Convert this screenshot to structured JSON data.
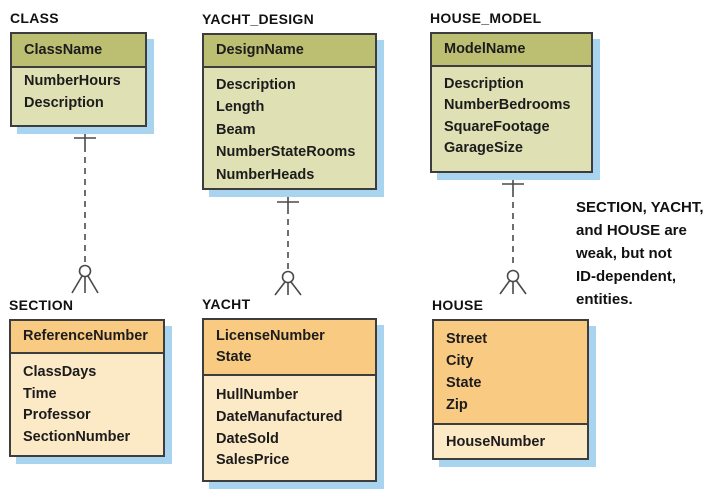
{
  "diagram": {
    "entities": [
      {
        "title": "CLASS",
        "header": [
          "ClassName"
        ],
        "body": [
          "NumberHours",
          "Description"
        ]
      },
      {
        "title": "YACHT_DESIGN",
        "header": [
          "DesignName"
        ],
        "body": [
          "Description",
          "Length",
          "Beam",
          "NumberStateRooms",
          "NumberHeads"
        ]
      },
      {
        "title": "HOUSE_MODEL",
        "header": [
          "ModelName"
        ],
        "body": [
          "Description",
          "NumberBedrooms",
          "SquareFootage",
          "GarageSize"
        ]
      },
      {
        "title": "SECTION",
        "header": [
          "ReferenceNumber"
        ],
        "body": [
          "ClassDays",
          "Time",
          "Professor",
          "SectionNumber"
        ]
      },
      {
        "title": "YACHT",
        "header": [
          "LicenseNumber",
          "State"
        ],
        "body": [
          "HullNumber",
          "DateManufactured",
          "DateSold",
          "SalesPrice"
        ]
      },
      {
        "title": "HOUSE",
        "header": [
          "Street",
          "City",
          "State",
          "Zip"
        ],
        "body": [
          "HouseNumber"
        ]
      }
    ],
    "relationships": [
      {
        "parent": "CLASS",
        "child": "SECTION",
        "parent_end": "one",
        "child_end": "zero-or-many",
        "line_style": "dashed-non-identifying"
      },
      {
        "parent": "YACHT_DESIGN",
        "child": "YACHT",
        "parent_end": "one",
        "child_end": "zero-or-many",
        "line_style": "dashed-non-identifying"
      },
      {
        "parent": "HOUSE_MODEL",
        "child": "HOUSE",
        "parent_end": "one",
        "child_end": "zero-or-many",
        "line_style": "dashed-non-identifying"
      }
    ],
    "annotation": {
      "text": "SECTION, YACHT, and HOUSE are weak, but not ID-dependent, entities.",
      "lines": [
        "SECTION, YACHT,",
        "and HOUSE are",
        "weak, but not",
        "ID-dependent,",
        "entities."
      ]
    },
    "colors": {
      "header_green": "#bcbe72",
      "body_green": "#dfe0b4",
      "header_orange": "#f9ca82",
      "body_orange": "#fce9c6",
      "shadow": "#a9d4ef",
      "border": "#3d3d3d",
      "connector": "#4a4a4a",
      "text": "#1c1c1c",
      "title_text": "#111111"
    }
  }
}
